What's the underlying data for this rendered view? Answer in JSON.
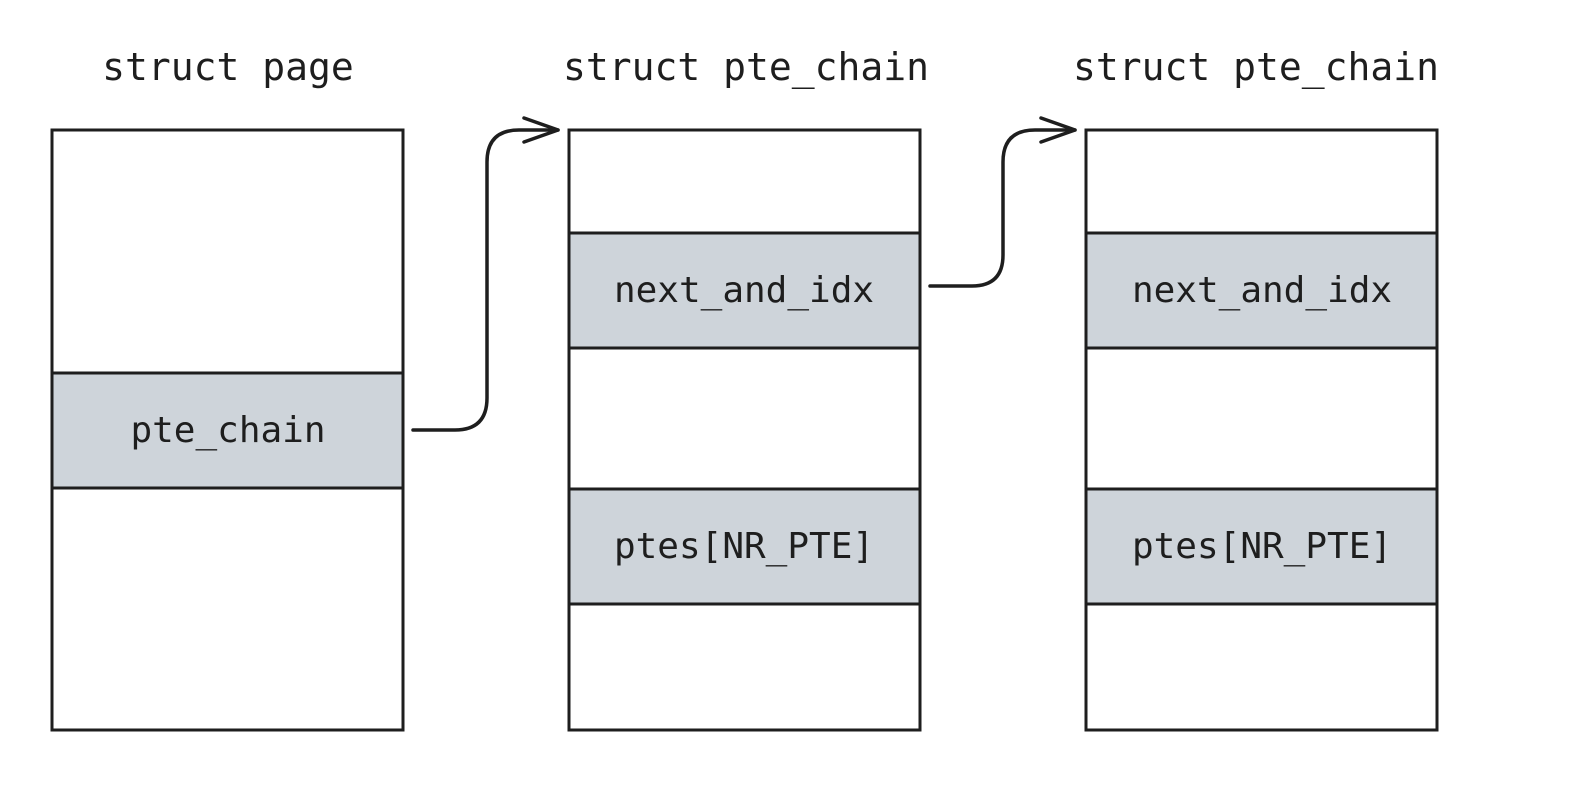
{
  "structs": [
    {
      "title": "struct page",
      "fields": [
        "pte_chain"
      ]
    },
    {
      "title": "struct pte_chain",
      "fields": [
        "next_and_idx",
        "ptes[NR_PTE]"
      ]
    },
    {
      "title": "struct pte_chain",
      "fields": [
        "next_and_idx",
        "ptes[NR_PTE]"
      ]
    }
  ],
  "colors": {
    "field_fill": "#ced4da",
    "stroke": "#1e1e1e",
    "background": "#ffffff"
  }
}
